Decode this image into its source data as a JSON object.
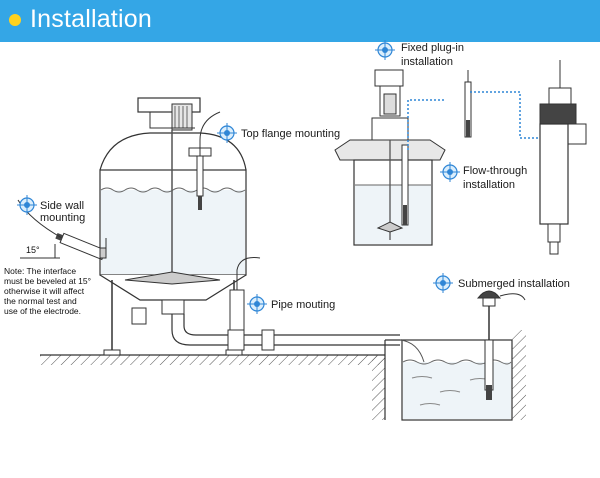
{
  "header": {
    "title": "Installation",
    "accent_color": "#34a6e6",
    "dot_color": "#ffd21f"
  },
  "labels": {
    "fixed_plug_in_1": "Fixed plug-in",
    "fixed_plug_in_2": "installation",
    "top_flange": "Top flange mounting",
    "side_wall_1": "Side wall",
    "side_wall_2": "mounting",
    "flow_through_1": "Flow-through",
    "flow_through_2": "installation",
    "pipe": "Pipe mouting",
    "submerged": "Submerged installation",
    "angle": "15°"
  },
  "note": {
    "line1": "Note: The interface",
    "line2": "must be beveled at 15°",
    "line3": "otherwise it will affect",
    "line4": "the normal test and",
    "line5": "use of the electrode."
  },
  "icons": {
    "marker": "crosshair-target-icon",
    "marker_color": "#2f86d6"
  }
}
